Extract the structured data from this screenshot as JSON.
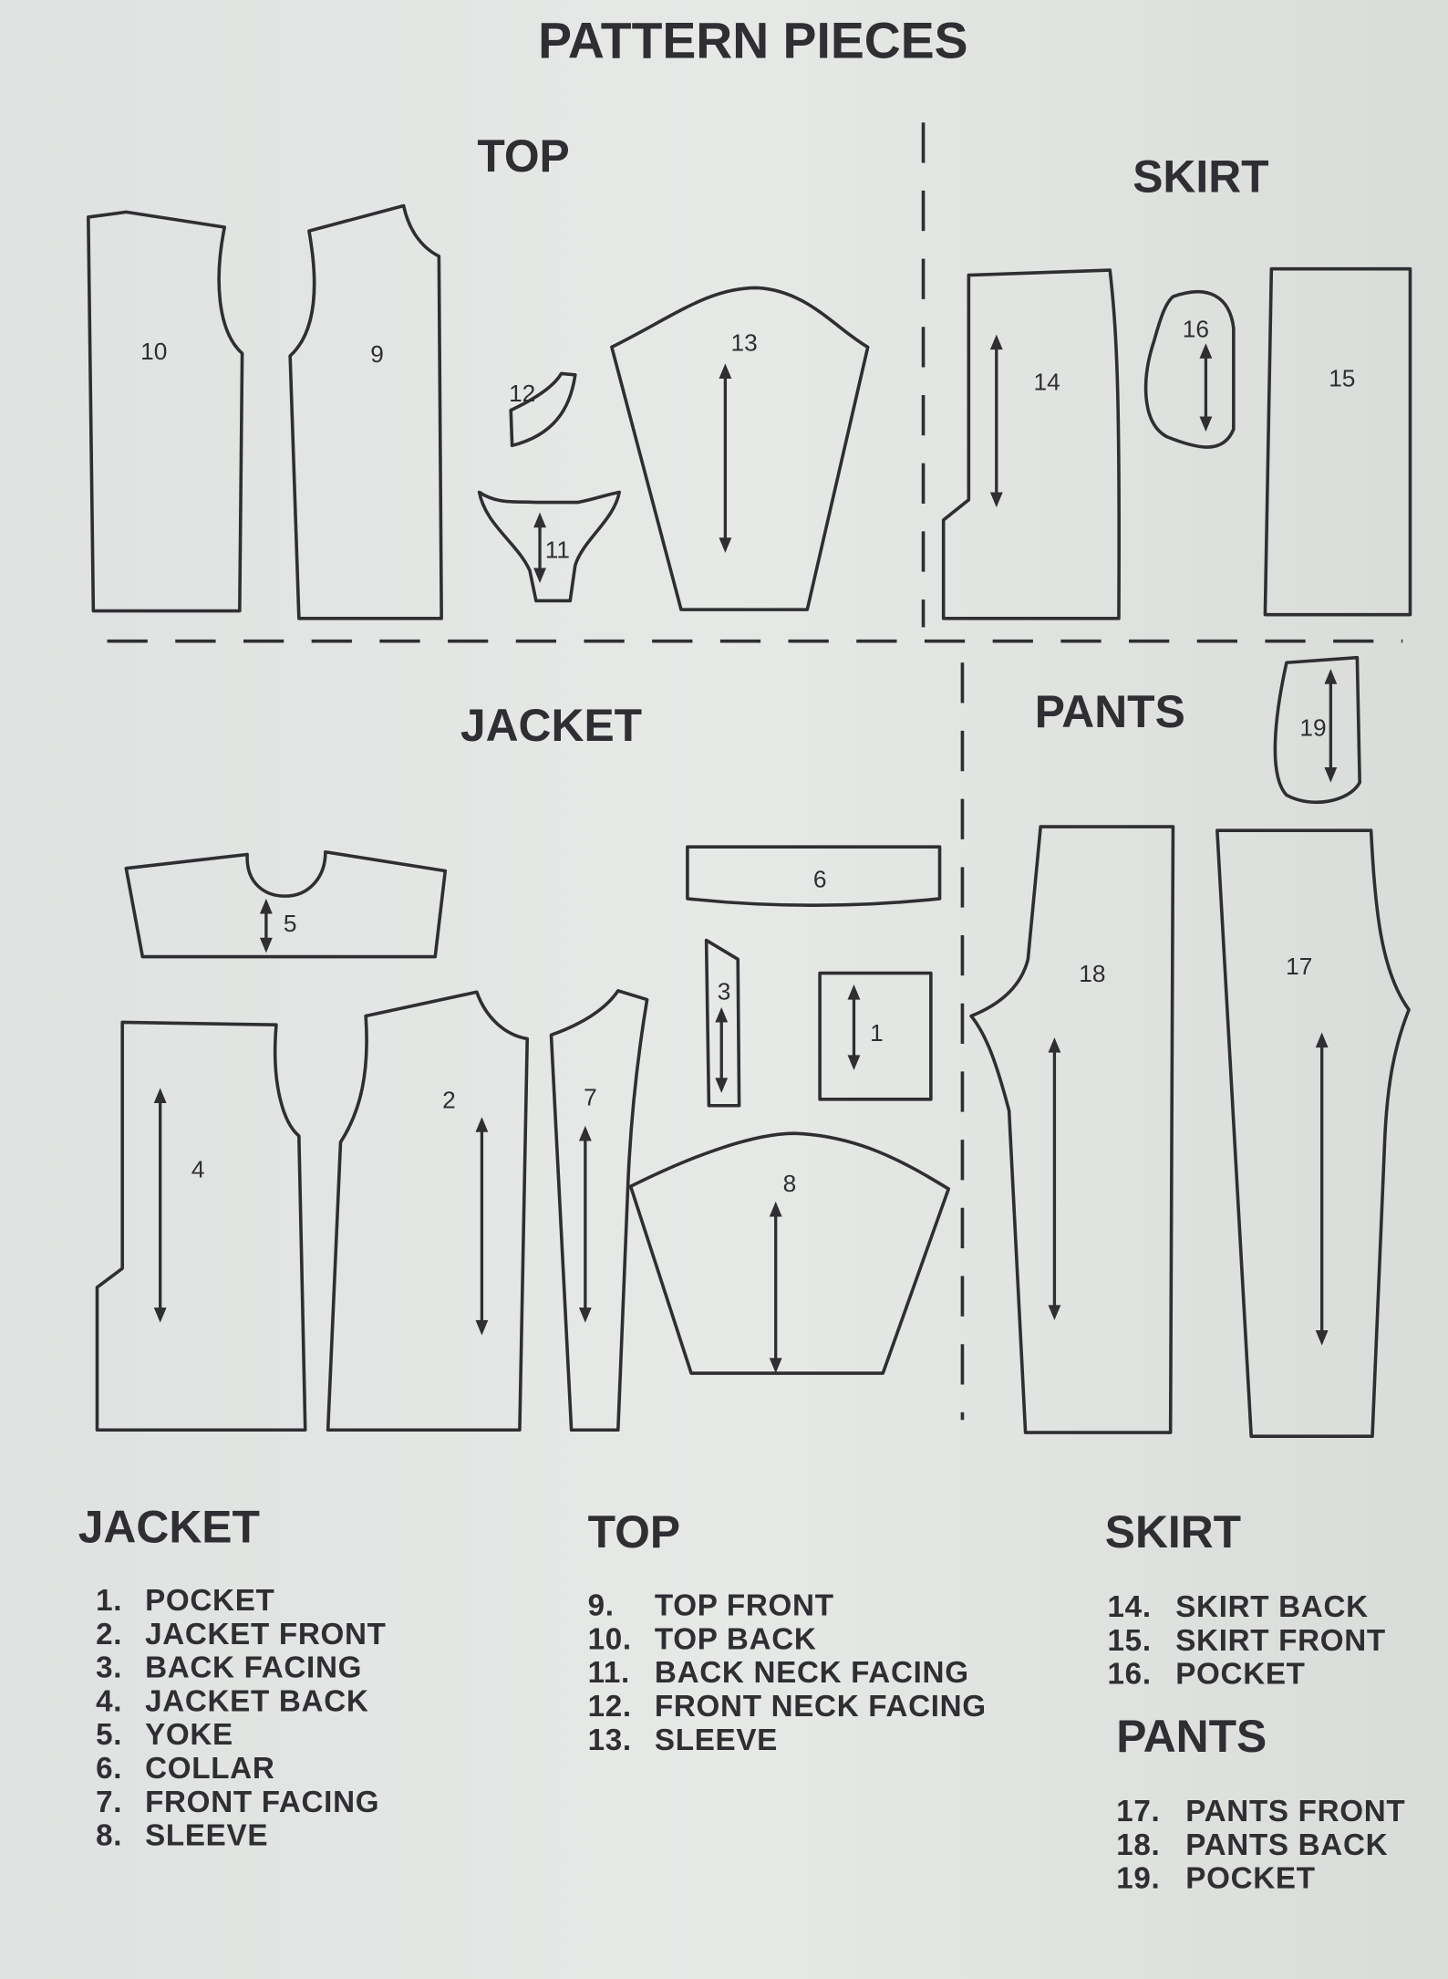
{
  "title": "PATTERN PIECES",
  "diagram_sections": {
    "top": "TOP",
    "skirt": "SKIRT",
    "jacket": "JACKET",
    "pants": "PANTS"
  },
  "piece_numbers": {
    "p1": "1",
    "p2": "2",
    "p3": "3",
    "p4": "4",
    "p5": "5",
    "p6": "6",
    "p7": "7",
    "p8": "8",
    "p9": "9",
    "p10": "10",
    "p11": "11",
    "p12": "12",
    "p13": "13",
    "p14": "14",
    "p15": "15",
    "p16": "16",
    "p17": "17",
    "p18": "18",
    "p19": "19"
  },
  "legend": {
    "jacket": {
      "heading": "JACKET",
      "items": [
        {
          "num": "1.",
          "name": "POCKET"
        },
        {
          "num": "2.",
          "name": "JACKET FRONT"
        },
        {
          "num": "3.",
          "name": "BACK FACING"
        },
        {
          "num": "4.",
          "name": "JACKET BACK"
        },
        {
          "num": "5.",
          "name": "YOKE"
        },
        {
          "num": "6.",
          "name": "COLLAR"
        },
        {
          "num": "7.",
          "name": "FRONT FACING"
        },
        {
          "num": "8.",
          "name": "SLEEVE"
        }
      ]
    },
    "top": {
      "heading": "TOP",
      "items": [
        {
          "num": "9.",
          "name": "TOP FRONT"
        },
        {
          "num": "10.",
          "name": "TOP BACK"
        },
        {
          "num": "11.",
          "name": "BACK NECK FACING"
        },
        {
          "num": "12.",
          "name": "FRONT NECK FACING"
        },
        {
          "num": "13.",
          "name": "SLEEVE"
        }
      ]
    },
    "skirt": {
      "heading": "SKIRT",
      "items": [
        {
          "num": "14.",
          "name": "SKIRT BACK"
        },
        {
          "num": "15.",
          "name": "SKIRT FRONT"
        },
        {
          "num": "16.",
          "name": "POCKET"
        }
      ]
    },
    "pants": {
      "heading": "PANTS",
      "items": [
        {
          "num": "17.",
          "name": "PANTS FRONT"
        },
        {
          "num": "18.",
          "name": "PANTS BACK"
        },
        {
          "num": "19.",
          "name": "POCKET"
        }
      ]
    }
  }
}
